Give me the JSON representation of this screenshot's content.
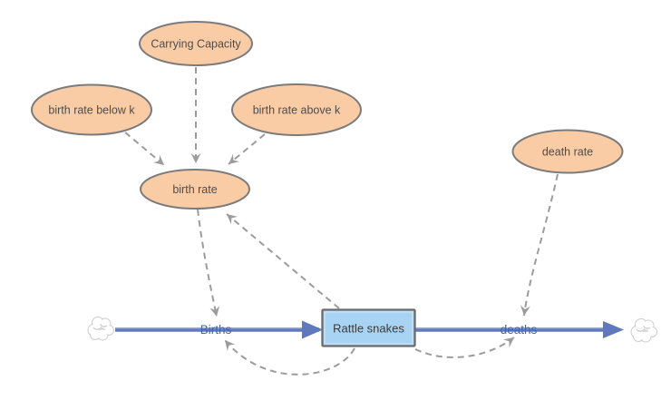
{
  "diagram": {
    "tool": "stock-and-flow-model-canvas",
    "variables": [
      {
        "id": "carrying-capacity",
        "label": "Carrying Capacity"
      },
      {
        "id": "birth-rate-below-k",
        "label": "birth rate below k"
      },
      {
        "id": "birth-rate-above-k",
        "label": "birth rate above k"
      },
      {
        "id": "birth-rate",
        "label": "birth rate"
      },
      {
        "id": "death-rate",
        "label": "death rate"
      }
    ],
    "stocks": [
      {
        "id": "rattle-snakes",
        "label": "Rattle snakes"
      }
    ],
    "flows": [
      {
        "id": "births",
        "label": "Births",
        "from": "cloud-source",
        "to": "Rattle snakes"
      },
      {
        "id": "deaths",
        "label": "deaths",
        "from": "Rattle snakes",
        "to": "cloud-sink"
      }
    ],
    "links": [
      {
        "from": "Carrying Capacity",
        "to": "birth rate"
      },
      {
        "from": "birth rate below k",
        "to": "birth rate"
      },
      {
        "from": "birth rate above k",
        "to": "birth rate"
      },
      {
        "from": "birth rate",
        "to": "Births"
      },
      {
        "from": "Rattle snakes",
        "to": "birth rate"
      },
      {
        "from": "Rattle snakes",
        "to": "Births"
      },
      {
        "from": "Rattle snakes",
        "to": "deaths"
      },
      {
        "from": "death rate",
        "to": "deaths"
      }
    ],
    "colors": {
      "canvas_bg": "#FFFFFF",
      "variable_fill": "#FACCA6",
      "variable_stroke": "#7B7B7B",
      "variable_text": "#4D4D4D",
      "stock_fill": "#A8D3F2",
      "stock_stroke": "#6B6B6B",
      "stock_inner_highlight": "#C9E4F8",
      "stock_text": "#3A3A3A",
      "flow": "#6078BE",
      "flow_highlight": "#9DAFD9",
      "flow_label": "#3F64AE",
      "link": "#9C9C9C",
      "cloud_stroke": "#CDCDCD",
      "cloud_fill": "#FFFFFF"
    }
  }
}
